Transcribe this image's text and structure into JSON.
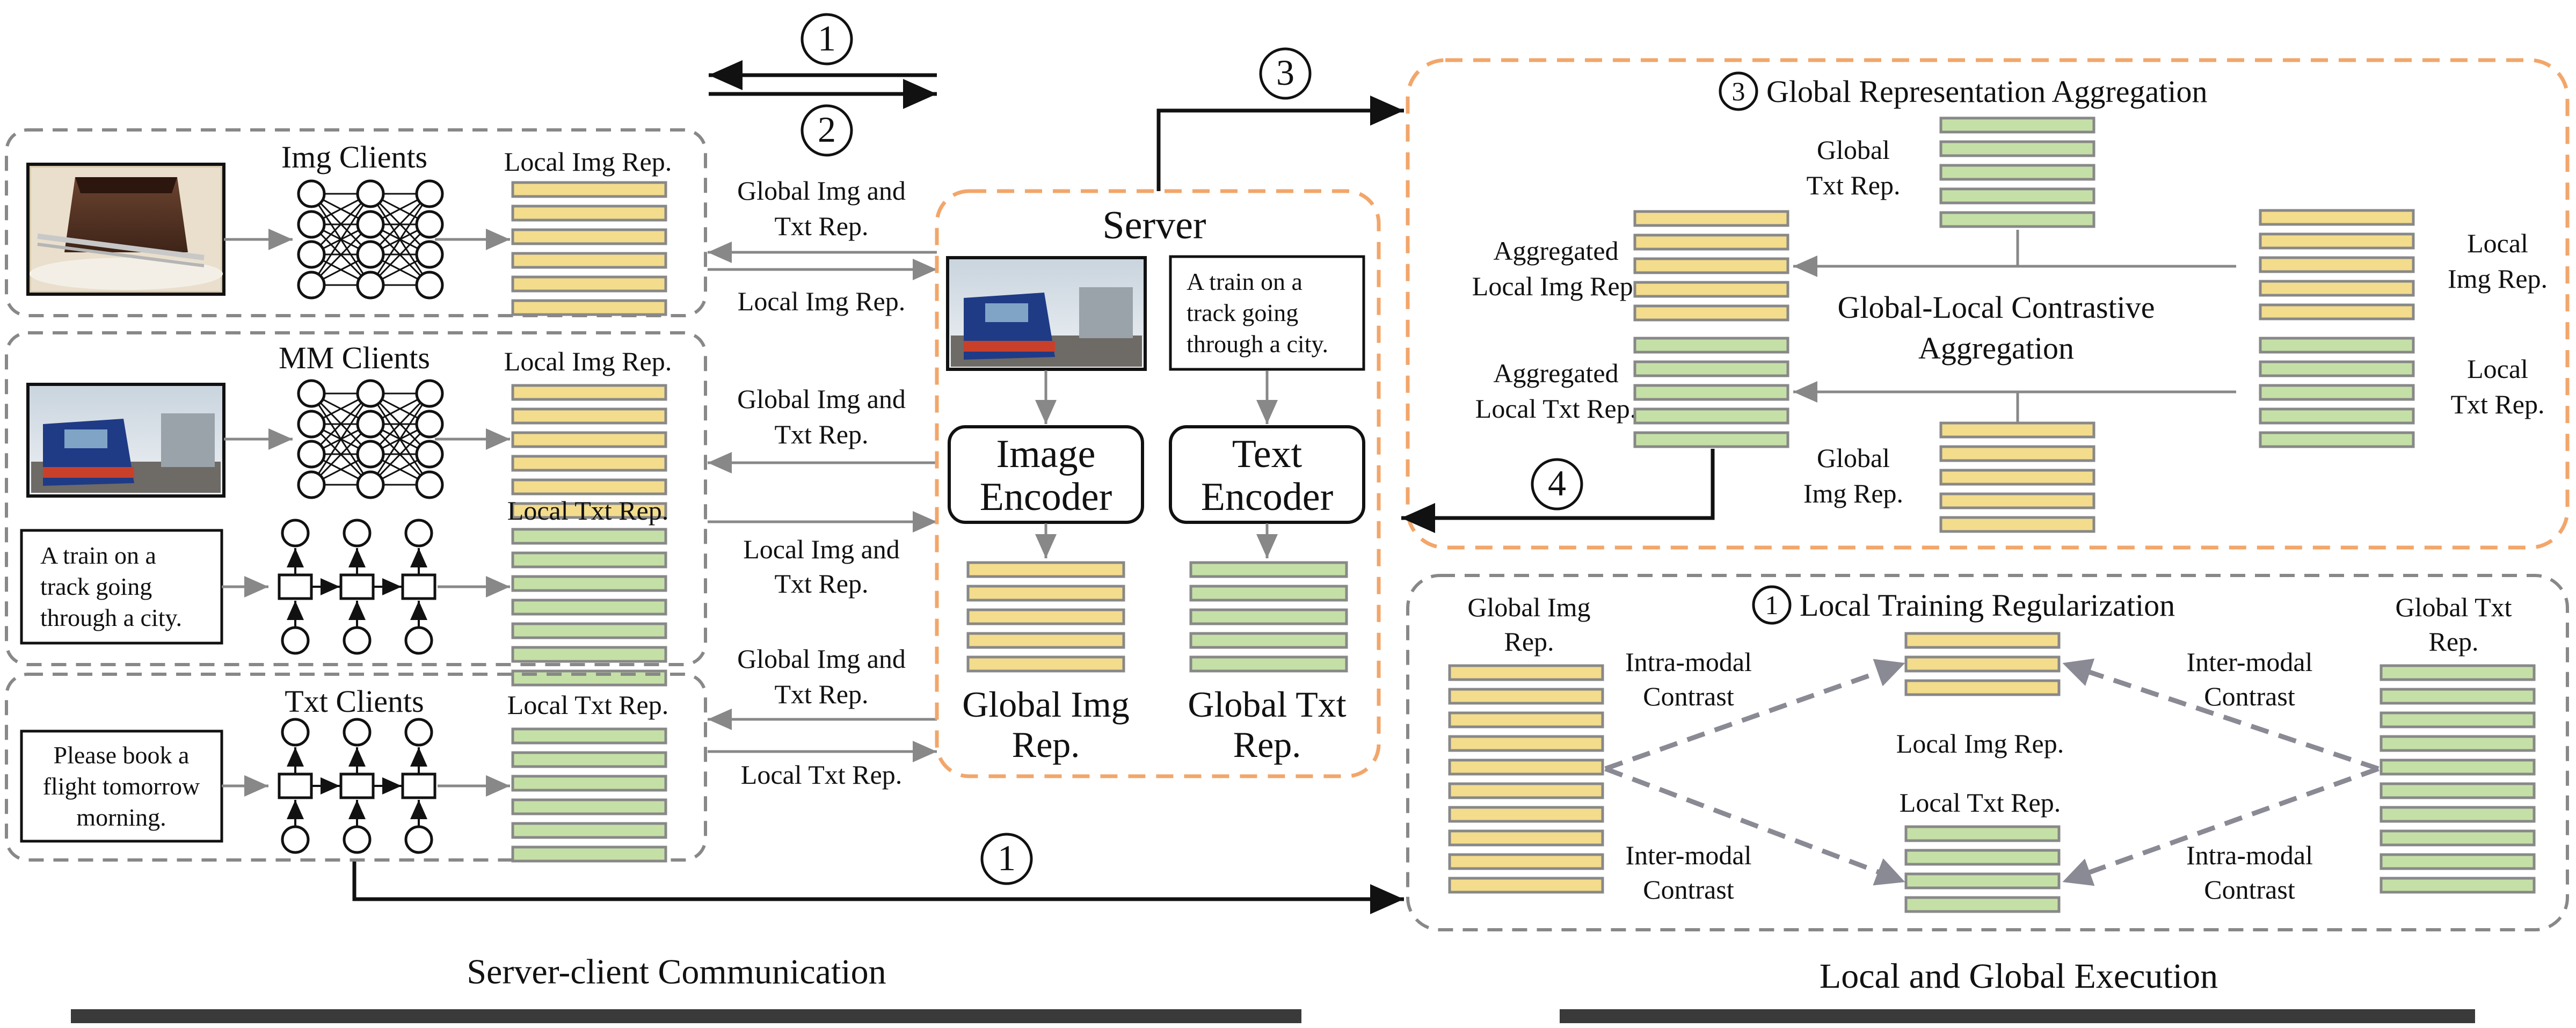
{
  "colors": {
    "img_rep": "#f3dc8c",
    "txt_rep": "#c5e0a6",
    "bar_border": "#888888",
    "client_dash": "#888888",
    "server_dash": "#f2a66a",
    "arrow_gray": "#888888",
    "arrow_black": "#111111",
    "section_bar": "#3a3a3a"
  },
  "steps": {
    "one": "1",
    "two": "2",
    "three": "3",
    "four": "4"
  },
  "img_clients": {
    "title": "Img Clients",
    "rep_label": "Local Img Rep.",
    "photo_icon": "cake-photo-icon"
  },
  "mm_clients": {
    "title": "MM Clients",
    "img_rep_label": "Local Img Rep.",
    "txt_rep_label": "Local Txt Rep.",
    "photo_icon": "train-photo-icon",
    "caption": [
      "A train on a",
      "track going",
      "through a city."
    ]
  },
  "txt_clients": {
    "title": "Txt Clients",
    "rep_label": "Local Txt Rep.",
    "text_sample": [
      "Please book a",
      "flight tomorrow",
      "morning."
    ]
  },
  "comm": {
    "down_1": [
      "Global Img and",
      "Txt Rep."
    ],
    "up_1": "Local Img Rep.",
    "down_2": [
      "Global Img and",
      "Txt Rep."
    ],
    "up_2": [
      "Local Img and",
      "Txt Rep."
    ],
    "down_3": [
      "Global Img and",
      "Txt Rep."
    ],
    "up_3": "Local Txt Rep."
  },
  "server": {
    "title": "Server",
    "photo_icon": "train-photo-icon",
    "caption": [
      "A train on a",
      "track going",
      "through a city."
    ],
    "image_encoder": [
      "Image",
      "Encoder"
    ],
    "text_encoder": [
      "Text",
      "Encoder"
    ],
    "global_img_rep": [
      "Global Img",
      "Rep."
    ],
    "global_txt_rep": [
      "Global Txt",
      "Rep."
    ]
  },
  "aggregation": {
    "title": "Global Representation Aggregation",
    "global_txt": [
      "Global",
      "Txt Rep."
    ],
    "global_img": [
      "Global",
      "Img Rep."
    ],
    "agg_local_img": [
      "Aggregated",
      "Local Img Rep."
    ],
    "agg_local_txt": [
      "Aggregated",
      "Local Txt Rep."
    ],
    "local_img": [
      "Local",
      "Img Rep."
    ],
    "local_txt": [
      "Local",
      "Txt Rep."
    ],
    "center": [
      "Global-Local Contrastive",
      "Aggregation"
    ]
  },
  "regularization": {
    "title": "Local Training Regularization",
    "global_img": [
      "Global Img",
      "Rep."
    ],
    "global_txt": [
      "Global Txt",
      "Rep."
    ],
    "local_img": "Local Img Rep.",
    "local_txt": "Local Txt Rep.",
    "intra_1": [
      "Intra-modal",
      "Contrast"
    ],
    "inter_1": [
      "Inter-modal",
      "Contrast"
    ],
    "inter_2": [
      "Inter-modal",
      "Contrast"
    ],
    "intra_2": [
      "Intra-modal",
      "Contrast"
    ]
  },
  "sections": {
    "left": "Server-client Communication",
    "right": "Local and Global Execution"
  }
}
